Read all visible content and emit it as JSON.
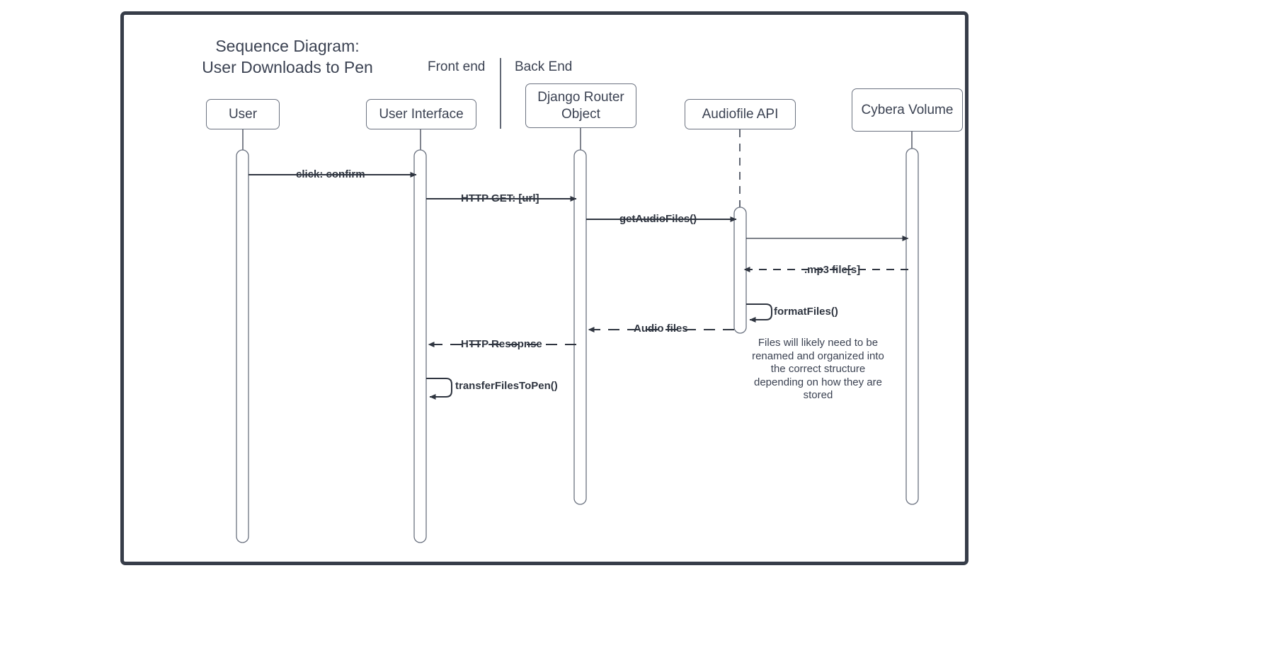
{
  "diagram": {
    "title": "Sequence Diagram:\nUser Downloads to Pen",
    "frame_border_color": "#373d49",
    "text_color": "#3b4252",
    "line_color": "#3b4252",
    "box_border_color": "#6b7280",
    "zones": [
      {
        "id": "frontend",
        "label": "Front end"
      },
      {
        "id": "backend",
        "label": "Back End"
      }
    ],
    "participants": [
      {
        "id": "user",
        "label": "User"
      },
      {
        "id": "user-interface",
        "label": "User Interface"
      },
      {
        "id": "django-router-object",
        "label": "Django Router\nObject"
      },
      {
        "id": "audiofile-api",
        "label": "Audiofile API"
      },
      {
        "id": "cybera-volume",
        "label": "Cybera Volume"
      }
    ],
    "messages": [
      {
        "id": "click-confirm",
        "label": "click: confirm",
        "from": "user",
        "to": "user-interface",
        "style": "solid",
        "direction": "right"
      },
      {
        "id": "http-get-url",
        "label": "HTTP GET: [url]",
        "from": "user-interface",
        "to": "django-router-object",
        "style": "solid",
        "direction": "right"
      },
      {
        "id": "get-audio-files",
        "label": "getAudioFiles()",
        "from": "django-router-object",
        "to": "audiofile-api",
        "style": "solid",
        "direction": "right"
      },
      {
        "id": "fetch-from-volume",
        "label": "",
        "from": "audiofile-api",
        "to": "cybera-volume",
        "style": "solid",
        "direction": "right"
      },
      {
        "id": "mp3-files",
        "label": ".mp3 file[s]",
        "from": "cybera-volume",
        "to": "audiofile-api",
        "style": "dashed",
        "direction": "left"
      },
      {
        "id": "format-files",
        "label": "formatFiles()",
        "from": "audiofile-api",
        "to": "audiofile-api",
        "style": "solid",
        "direction": "self"
      },
      {
        "id": "audio-files",
        "label": "Audio files",
        "from": "audiofile-api",
        "to": "django-router-object",
        "style": "dashed",
        "direction": "left"
      },
      {
        "id": "http-response",
        "label": "HTTP Resopnse",
        "from": "django-router-object",
        "to": "user-interface",
        "style": "dashed",
        "direction": "left"
      },
      {
        "id": "transfer-files-to-pen",
        "label": "transferFilesToPen()",
        "from": "user-interface",
        "to": "user-interface",
        "style": "solid",
        "direction": "self"
      }
    ],
    "notes": [
      {
        "id": "format-files-note",
        "text": "Files will likely need to be\nrenamed and organized into\nthe correct structure\ndepending on how they are\nstored"
      }
    ]
  }
}
